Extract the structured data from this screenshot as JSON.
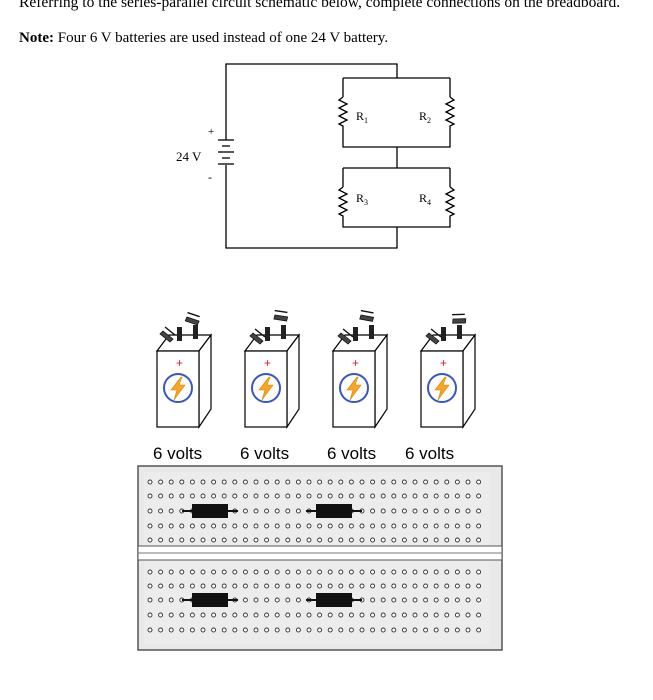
{
  "intro_text": "Referring to the series-parallel circuit schematic below, complete connections on the breadboard.",
  "note": {
    "label": "Note:",
    "text": " Four 6 V batteries are used instead of one 24 V battery."
  },
  "schematic": {
    "source_label": "24 V",
    "plus_sign": "+",
    "minus_sign": "-",
    "resistors": [
      {
        "label": "R",
        "sub": "1"
      },
      {
        "label": "R",
        "sub": "2"
      },
      {
        "label": "R",
        "sub": "3"
      },
      {
        "label": "R",
        "sub": "4"
      }
    ]
  },
  "batteries": [
    {
      "label": "6 volts",
      "plus": "+"
    },
    {
      "label": "6 volts",
      "plus": "+"
    },
    {
      "label": "6 volts",
      "plus": "+"
    },
    {
      "label": "6 volts",
      "plus": "+"
    }
  ],
  "colors": {
    "wire": "#000000",
    "lightning": "#f5a623",
    "emblem_ring": "#3a55c8",
    "plus_terminal": "#e02020",
    "resistor_body": "#111111"
  }
}
